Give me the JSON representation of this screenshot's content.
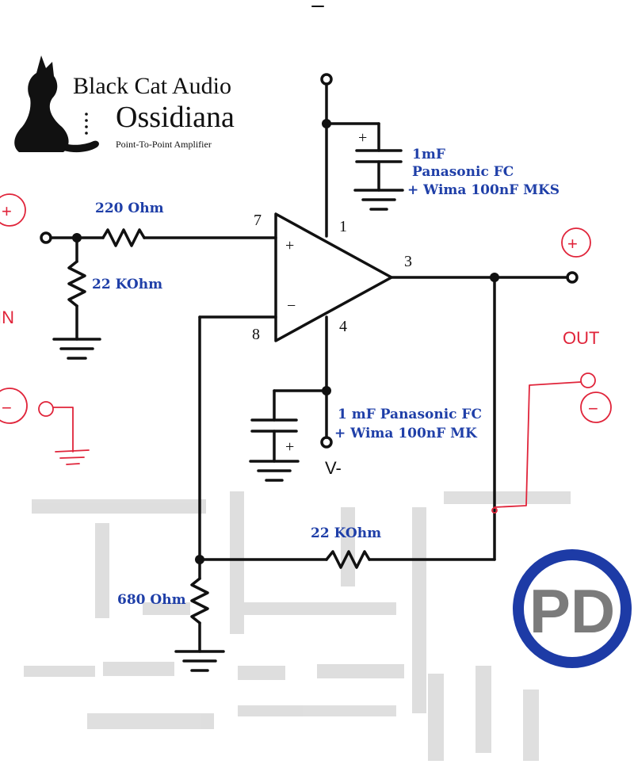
{
  "brand": {
    "company": "Black Cat Audio",
    "product": "Ossidiana",
    "tagline": "Point-To-Point Amplifier"
  },
  "components": {
    "r_input": "220 Ohm",
    "r_shunt": "22 KOhm",
    "r_feedback": "22 KOhm",
    "r_ground": "680 Ohm",
    "cap_pos_line1": "1mF",
    "cap_pos_line2": "Panasonic FC",
    "cap_pos_line3": "+ Wima 100nF MKS",
    "cap_neg_line1": "1 mF Panasonic FC",
    "cap_neg_line2": "+ Wima 100nF MK"
  },
  "pins": {
    "noninv": "7",
    "inv": "8",
    "vplus": "1",
    "vminus": "4",
    "out": "3",
    "plus_sign": "+",
    "minus_sign": "−",
    "cap_plus": "+"
  },
  "annotations": {
    "in_plus": "+",
    "in_label": "IN",
    "in_minus": "−",
    "out_plus": "+",
    "out_label": "OUT",
    "out_minus": "−",
    "vminus_label": "V-"
  },
  "watermark": {
    "text": "PD",
    "ring_color": "#1d3ba6",
    "text_color": "#7b7b7b"
  },
  "colors": {
    "wire": "#111111",
    "label_blue": "#1f3fa8",
    "handwriting_red": "#e0243a"
  }
}
